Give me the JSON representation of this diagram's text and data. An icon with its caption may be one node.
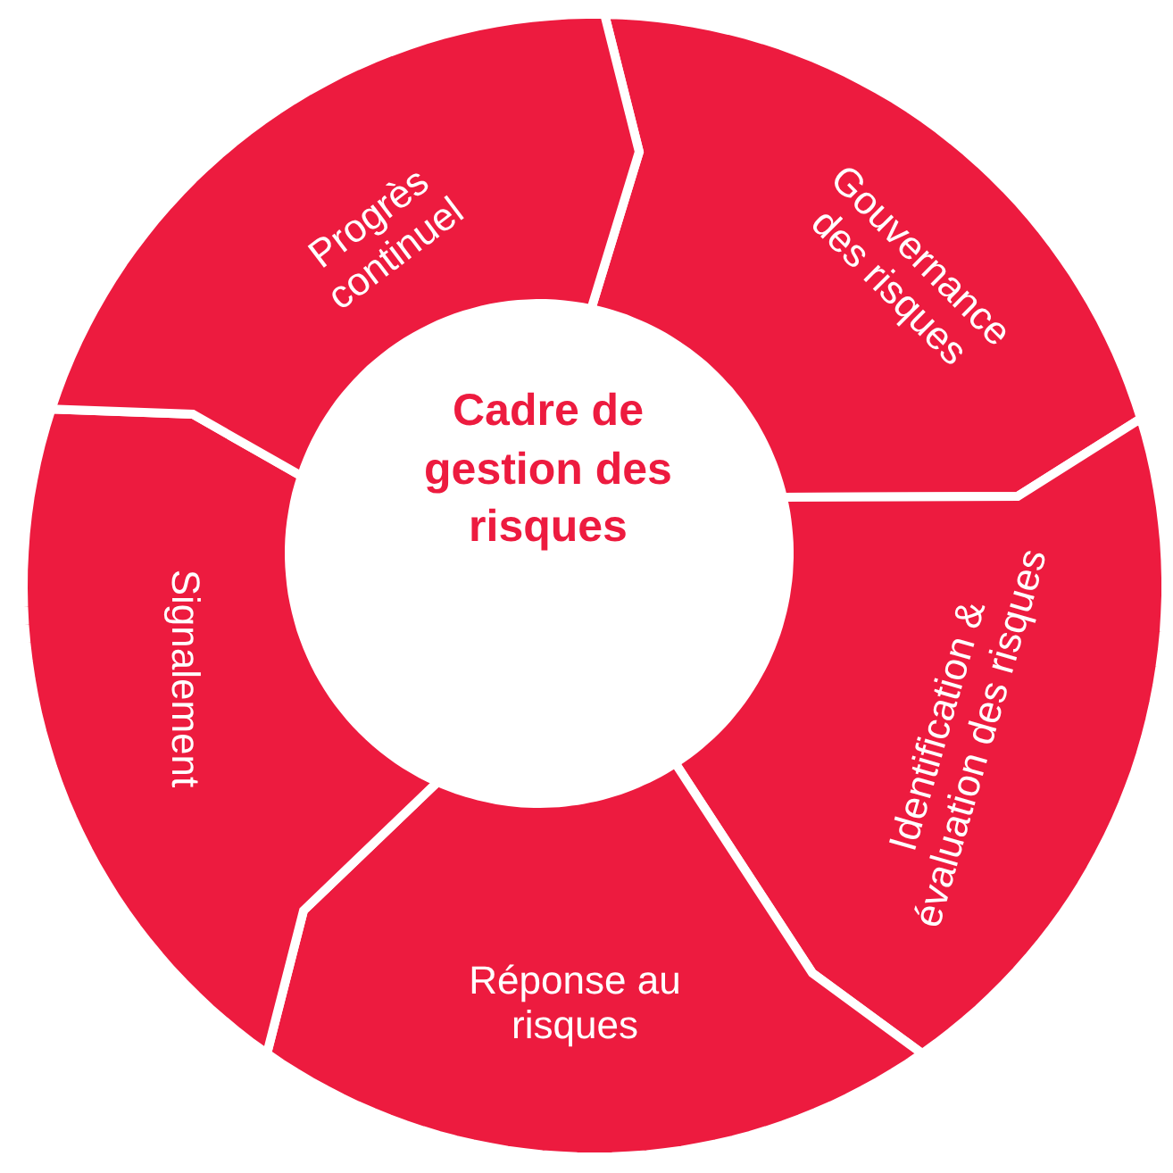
{
  "diagram": {
    "nodes": [
      {
        "text": [
          "Cadre de gestion des risques"
        ]
      },
      {
        "text": [
          "Gouvernance des risques"
        ]
      },
      {
        "text": [
          "Identification & évaluation des risques"
        ]
      },
      {
        "text": [
          "Réponse au risques"
        ]
      },
      {
        "text": [
          "Signalement"
        ]
      },
      {
        "text": [
          "Progrès continuel"
        ]
      }
    ]
  }
}
